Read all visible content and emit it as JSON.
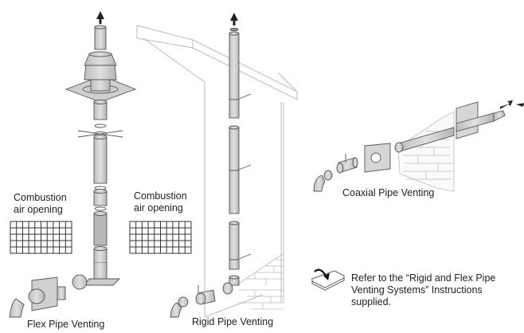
{
  "labels": {
    "combustion_left": [
      "Combustion",
      "air opening"
    ],
    "combustion_right": [
      "Combustion",
      "air opening"
    ],
    "flex": "Flex Pipe Venting",
    "rigid": "Rigid Pipe Venting",
    "coaxial": "Coaxial Pipe Venting"
  },
  "reference_note": {
    "line1": "Refer to the “Rigid and Flex Pipe",
    "line2": "Venting Systems” Instructions",
    "line3": "supplied."
  },
  "icons": [
    "up-arrow-icon",
    "open-book-icon",
    "exhaust-arrows-icon"
  ],
  "colors": {
    "pipe_fill": "#d4d4d4",
    "line": "#555555",
    "wall_line": "#bbbbbb",
    "grid_line": "#333333"
  }
}
